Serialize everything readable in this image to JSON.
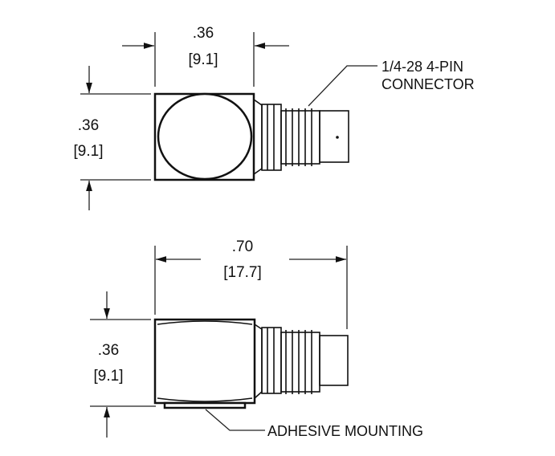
{
  "top_view": {
    "width_dim": {
      "inch": ".36",
      "mm": "[9.1]"
    },
    "height_dim": {
      "inch": ".36",
      "mm": "[9.1]"
    },
    "connector_note": [
      "1/4-28 4-PIN",
      "CONNECTOR"
    ]
  },
  "side_view": {
    "length_dim": {
      "inch": ".70",
      "mm": "[17.7]"
    },
    "height_dim": {
      "inch": ".36",
      "mm": "[9.1]"
    },
    "mounting_note": "ADHESIVE MOUNTING"
  }
}
